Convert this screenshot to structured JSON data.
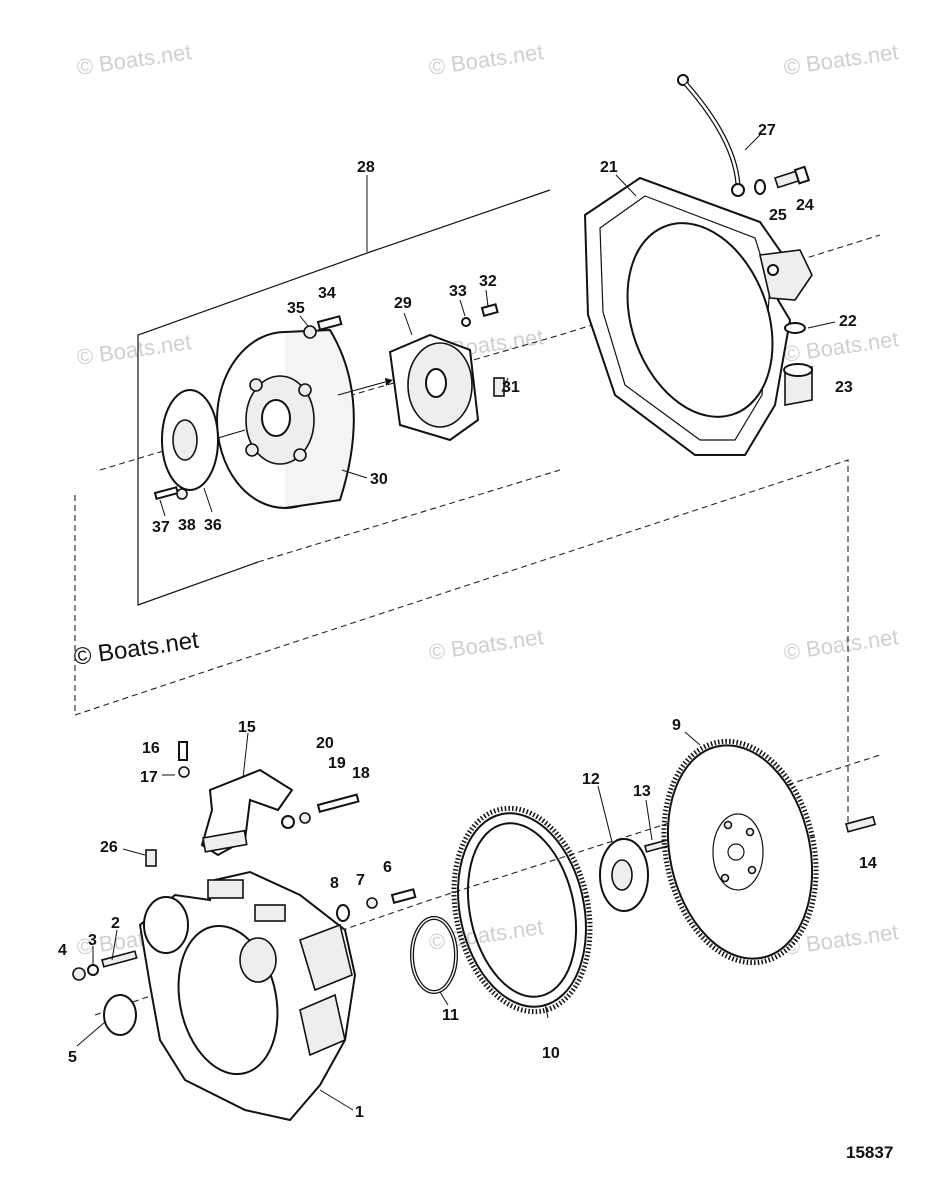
{
  "watermarks": {
    "light": "© Boats.net",
    "dark": "© Boats.net"
  },
  "figure_number": "15837",
  "callouts": {
    "c1": "1",
    "c2": "2",
    "c3": "3",
    "c4": "4",
    "c5": "5",
    "c6": "6",
    "c7": "7",
    "c8": "8",
    "c9": "9",
    "c10": "10",
    "c11": "11",
    "c12": "12",
    "c13": "13",
    "c14": "14",
    "c15": "15",
    "c16": "16",
    "c17": "17",
    "c18": "18",
    "c19": "19",
    "c20": "20",
    "c21": "21",
    "c22": "22",
    "c23": "23",
    "c24": "24",
    "c25": "25",
    "c26": "26",
    "c27": "27",
    "c28": "28",
    "c29": "29",
    "c30": "30",
    "c31": "31",
    "c32": "32",
    "c33": "33",
    "c34": "34",
    "c35": "35",
    "c36": "36",
    "c37": "37",
    "c38": "38"
  },
  "colors": {
    "ink": "#111111",
    "watermark": "#cfcfcf",
    "background": "#ffffff"
  }
}
